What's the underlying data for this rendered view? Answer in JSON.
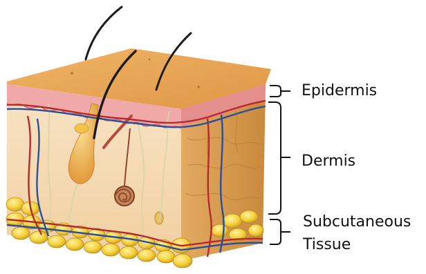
{
  "diagram": {
    "labels": {
      "epidermis": "Epidermis",
      "dermis": "Dermis",
      "subcutaneous_line1": "Subcutaneous",
      "subcutaneous_line2": "Tissue"
    },
    "colors": {
      "epidermis_top": "#E8A24E",
      "epidermis_layer": "#E9A0A0",
      "dermis_front": "#F6DCB4",
      "dermis_side": "#D89A4C",
      "fat": "#F5D33A",
      "artery": "#B52A2A",
      "vein": "#2A4E9A",
      "nerve": "#D9D3A6",
      "hair": "#1C1C1C",
      "bracket": "#111111"
    }
  }
}
